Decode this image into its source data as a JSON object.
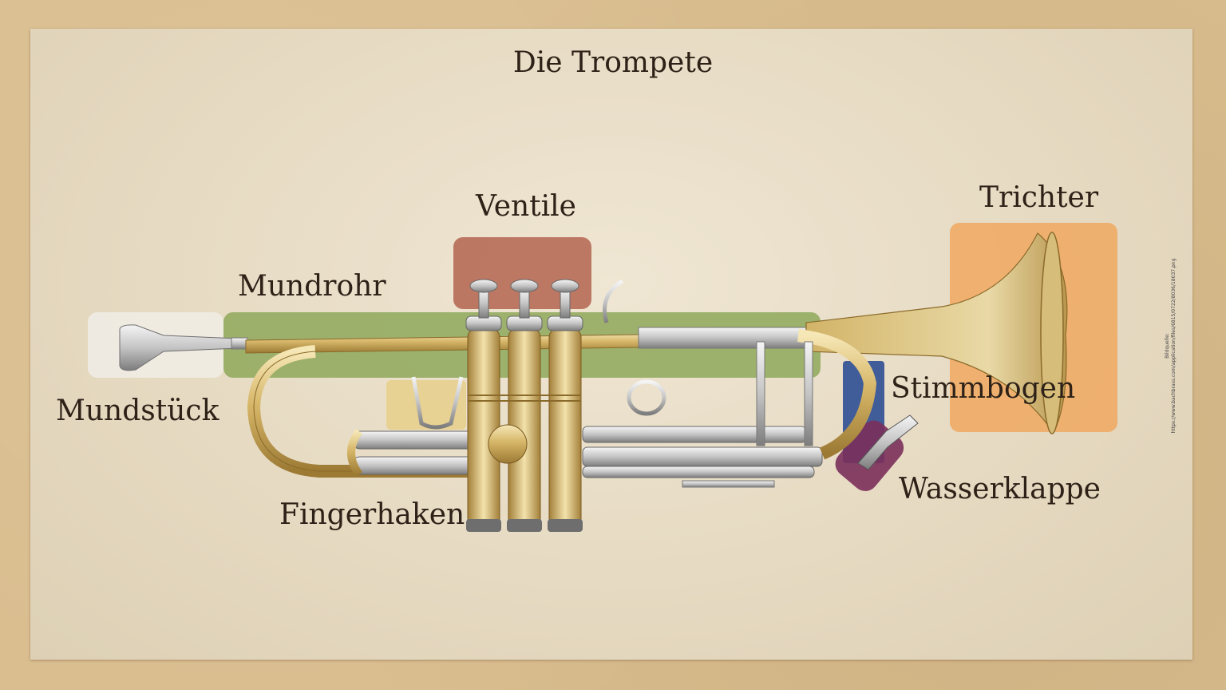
{
  "title": "Die Trompete",
  "labels": {
    "ventile": "Ventile",
    "trichter": "Trichter",
    "mundrohr": "Mundrohr",
    "mundstueck": "Mundstück",
    "stimmbogen": "Stimmbogen",
    "fingerhaken": "Fingerhaken",
    "wasserklappe": "Wasserklappe"
  },
  "credit": {
    "line1": "Bildquelle:",
    "line2": "https://www.bachbrass.com/application/files/6815/0722/8036/18037.png"
  },
  "colors": {
    "mundstueck_zone": "#f1ede6",
    "mundrohr_zone": "#8ea85a",
    "ventile_zone": "#b76c58",
    "trichter_zone": "#f0a860",
    "fingerhaken_zone": "#e6cd86",
    "stimmbogen_zone": "#2e4f93",
    "wasserklappe_zone": "#7a2f5a",
    "brass": "#d4b468",
    "silver": "#c9c9c9"
  }
}
